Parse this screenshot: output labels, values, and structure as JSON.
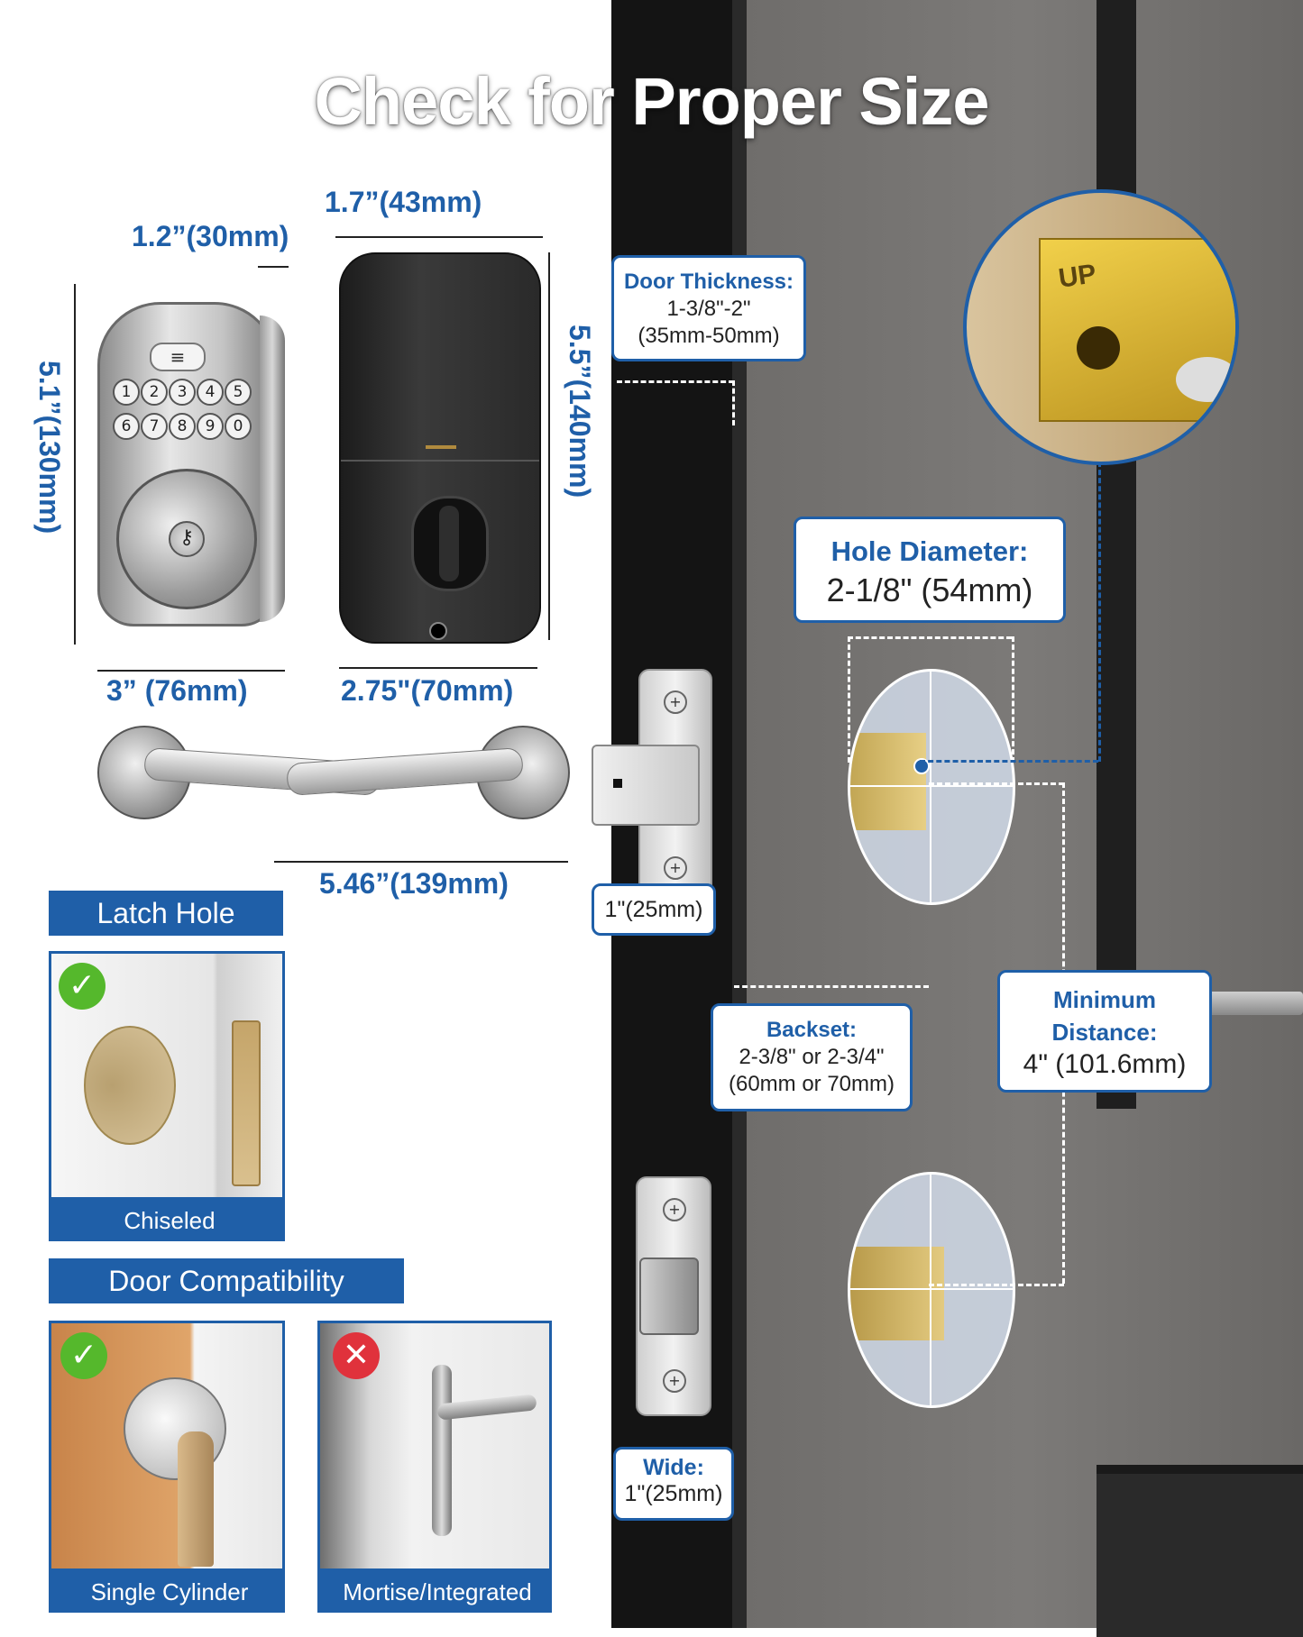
{
  "title": "Check for Proper Size",
  "lock_dims": {
    "keypad_depth": "1.2”(30mm)",
    "keypad_height": "5.1”(130mm)",
    "keypad_width": "3” (76mm)",
    "interior_depth": "1.7”(43mm)",
    "interior_height": "5.5”(140mm)",
    "interior_width": "2.75\"(70mm)",
    "lever_span": "5.46”(139mm)"
  },
  "keypad_keys": [
    "1",
    "2",
    "3",
    "4",
    "5",
    "6",
    "7",
    "8",
    "9",
    "0"
  ],
  "keypad_top_key": "≡",
  "door_callouts": {
    "thickness_label": "Door Thickness:",
    "thickness_value": "1-3/8\"-2\"",
    "thickness_metric": "(35mm-50mm)",
    "hole_label": "Hole Diameter:",
    "hole_value": "2-1/8\" (54mm)",
    "latch_plate_width": "1\"(25mm)",
    "backset_label": "Backset:",
    "backset_value": "2-3/8\" or 2-3/4\"",
    "backset_metric": "(60mm or 70mm)",
    "min_label_1": "Minimum",
    "min_label_2": "Distance:",
    "min_value": "4\" (101.6mm)",
    "wide_label": "Wide:",
    "wide_value": "1\"(25mm)"
  },
  "inset_text": "UP",
  "latch_hole": {
    "header": "Latch Hole",
    "caption": "Chiseled",
    "status": "check"
  },
  "door_compat": {
    "header": "Door Compatibility",
    "items": [
      {
        "caption": "Single Cylinder",
        "status": "check"
      },
      {
        "caption": "Mortise/Integrated",
        "status": "cross"
      }
    ]
  },
  "colors": {
    "accent": "#1f5fa8",
    "ok": "#55b82c",
    "bad": "#e0323c"
  },
  "icons": [
    "check-icon",
    "cross-icon",
    "screw-icon"
  ]
}
